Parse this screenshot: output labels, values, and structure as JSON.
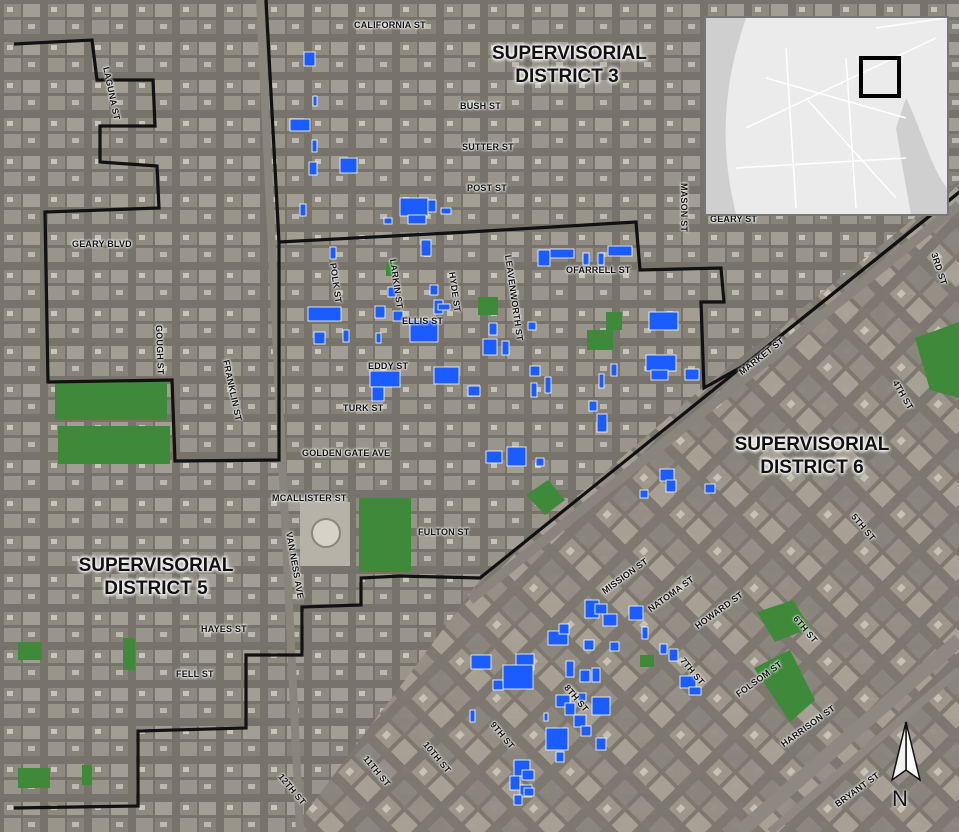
{
  "colors": {
    "district_boundary": "#111111",
    "parcel_highlight": "#1a5cff",
    "park": "#3e8a3a",
    "inset_land": "#e8e8e8",
    "inset_water": "#cfcfcf"
  },
  "districts": {
    "d3": "SUPERVISORIAL\nDISTRICT 3",
    "d5": "SUPERVISORIAL\nDISTRICT 5",
    "d6": "SUPERVISORIAL\nDISTRICT 6"
  },
  "streets": {
    "california": "CALIFORNIA ST",
    "laguna": "LAGUNA ST",
    "bush": "BUSH ST",
    "sutter": "SUTTER ST",
    "post": "POST ST",
    "mason": "MASON ST",
    "geary_st": "GEARY ST",
    "third": "3RD ST",
    "geary_blvd": "GEARY BLVD",
    "polk": "POLK ST",
    "larkin": "LARKIN ST",
    "hyde": "HYDE ST",
    "leavenworth": "LEAVENWORTH ST",
    "ofarrell": "OFARRELL ST",
    "ellis": "ELLIS ST",
    "gough": "GOUGH ST",
    "franklin": "FRANKLIN ST",
    "eddy": "EDDY ST",
    "turk": "TURK ST",
    "market": "MARKET ST",
    "fourth": "4TH ST",
    "golden_gate": "GOLDEN GATE AVE",
    "mcallister": "MCALLISTER ST",
    "fulton": "FULTON ST",
    "fifth": "5TH ST",
    "van_ness": "VAN NESS AVE",
    "mission": "MISSION ST",
    "natoma": "NATOMA ST",
    "howard": "HOWARD ST",
    "sixth": "6TH ST",
    "hayes": "HAYES ST",
    "seventh": "7TH ST",
    "folsom": "FOLSOM ST",
    "fell": "FELL ST",
    "eighth": "8TH ST",
    "ninth": "9TH ST",
    "harrison": "HARRISON ST",
    "tenth": "10TH ST",
    "eleventh": "11TH ST",
    "twelfth": "12TH ST",
    "bryant": "BRYANT ST"
  },
  "north_arrow": "N",
  "icons": {
    "north_arrow": "north-arrow-icon",
    "inset_locator": "locator-square"
  }
}
